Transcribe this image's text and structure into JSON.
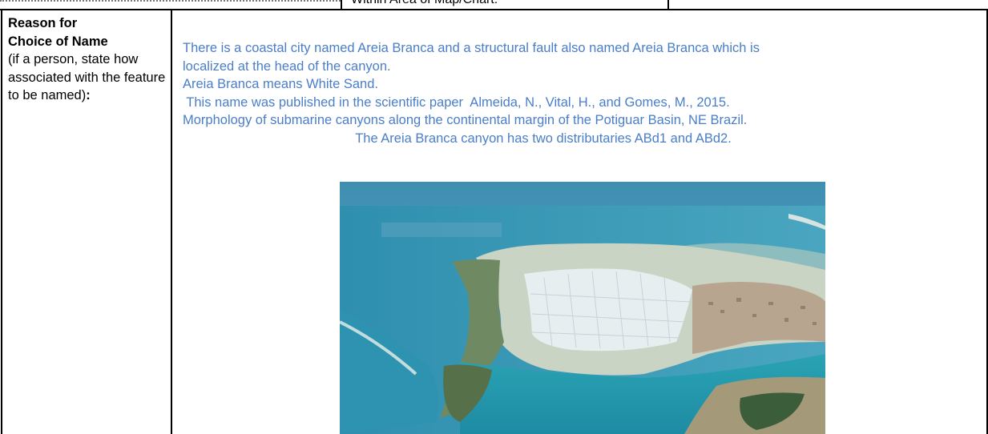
{
  "previous_row": {
    "partial_text": "Within Area of Map/Chart:"
  },
  "label": {
    "title_line1": "Reason for",
    "title_line2": "Choice of Name",
    "note": "(if a person, state how associated with the feature to be named)",
    "colon": ":"
  },
  "content": {
    "lines": [
      "There is a coastal city named Areia Branca and a structural fault also named Areia Branca which is",
      "localized at the head of the canyon.",
      "Areia Branca means White Sand.",
      " This name was published in the scientific paper  Almeida, N., Vital, H., and Gomes, M., 2015.",
      "Morphology of submarine canyons along the continental margin of the Potiguar Basin, NE Brazil.",
      "The Areia Branca canyon has two distributaries ABd1 and ABd2."
    ]
  },
  "colors": {
    "text_blue": "#4a7ec8",
    "border": "#000000"
  }
}
